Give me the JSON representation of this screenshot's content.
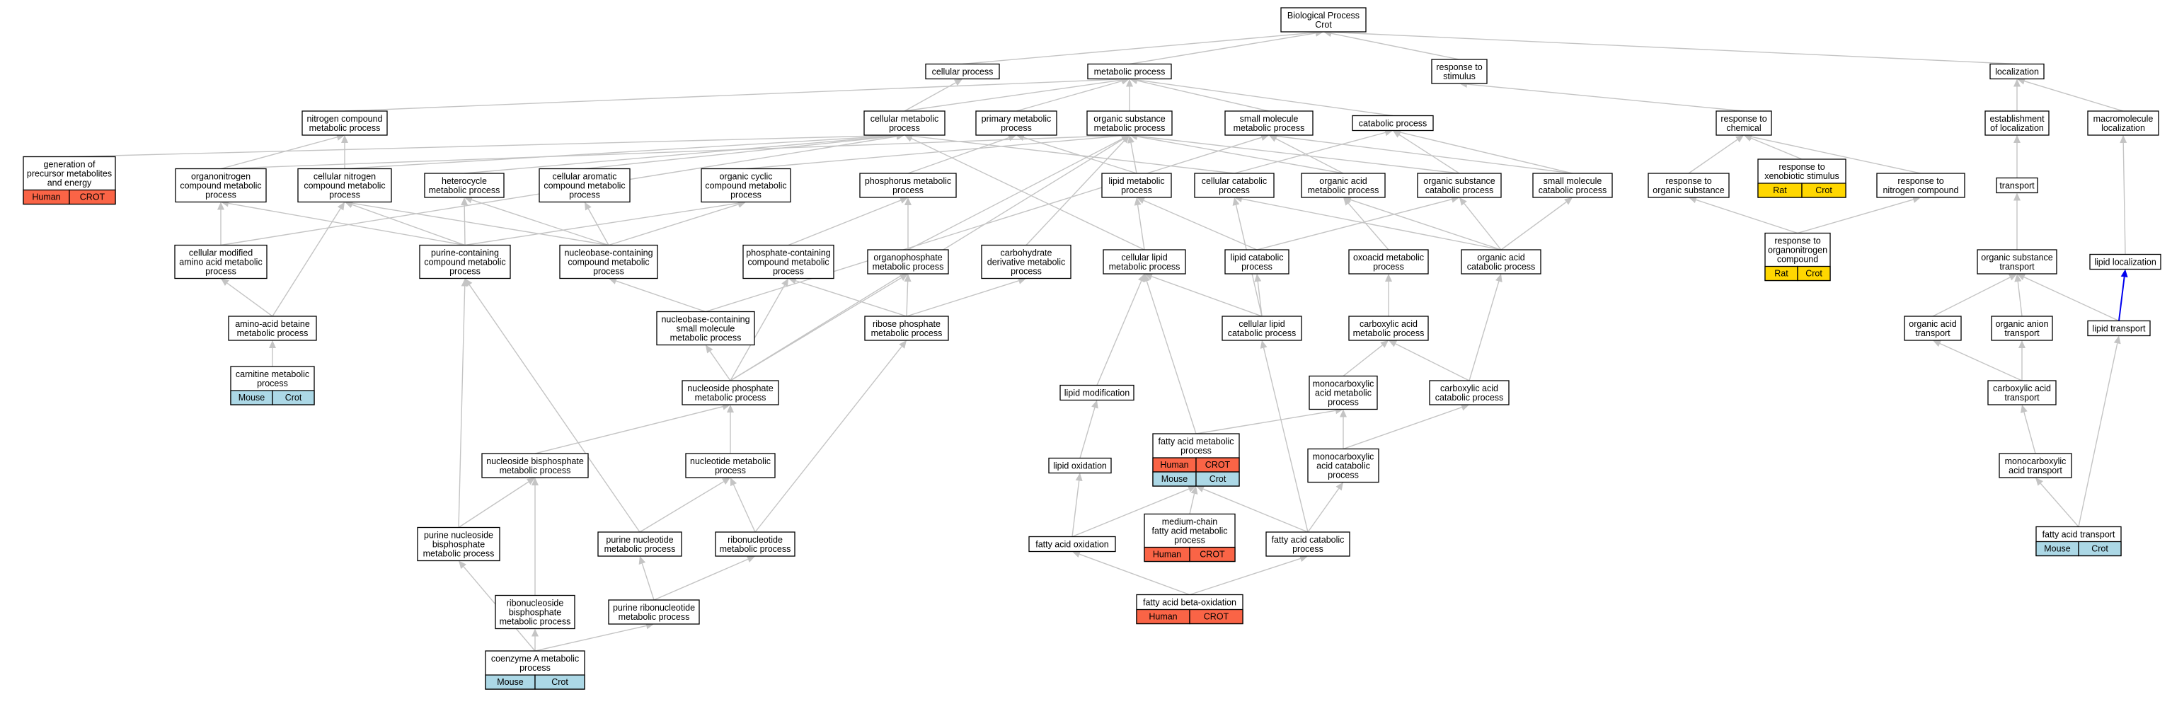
{
  "nodes": [
    {
      "id": "bp",
      "lines": [
        "Biological Process",
        "Crot"
      ]
    },
    {
      "id": "cellular_process",
      "lines": [
        "cellular process"
      ]
    },
    {
      "id": "metabolic_process",
      "lines": [
        "metabolic process"
      ]
    },
    {
      "id": "response_to_stimulus",
      "lines": [
        "response to",
        "stimulus"
      ]
    },
    {
      "id": "localization",
      "lines": [
        "localization"
      ]
    },
    {
      "id": "nitrogen_compound_mp",
      "lines": [
        "nitrogen compound",
        "metabolic process"
      ]
    },
    {
      "id": "cellular_mp",
      "lines": [
        "cellular metabolic",
        "process"
      ]
    },
    {
      "id": "primary_mp",
      "lines": [
        "primary metabolic",
        "process"
      ]
    },
    {
      "id": "organic_substance_mp",
      "lines": [
        "organic substance",
        "metabolic process"
      ]
    },
    {
      "id": "small_molecule_mp",
      "lines": [
        "small molecule",
        "metabolic process"
      ]
    },
    {
      "id": "catabolic_process",
      "lines": [
        "catabolic process"
      ]
    },
    {
      "id": "response_to_chemical",
      "lines": [
        "response to",
        "chemical"
      ]
    },
    {
      "id": "establishment_of_localization",
      "lines": [
        "establishment",
        "of localization"
      ]
    },
    {
      "id": "macromolecule_localization",
      "lines": [
        "macromolecule",
        "localization"
      ]
    },
    {
      "id": "generation_precursor",
      "lines": [
        "generation of",
        "precursor metabolites",
        "and energy"
      ],
      "tags": [
        {
          "label": "Human",
          "kind": "human"
        },
        {
          "label": "CROT",
          "kind": "human"
        }
      ]
    },
    {
      "id": "organonitrogen_cmp",
      "lines": [
        "organonitrogen",
        "compound metabolic",
        "process"
      ]
    },
    {
      "id": "cellular_nitrogen_cmp",
      "lines": [
        "cellular nitrogen",
        "compound metabolic",
        "process"
      ]
    },
    {
      "id": "heterocycle_mp",
      "lines": [
        "heterocycle",
        "metabolic process"
      ]
    },
    {
      "id": "cellular_aromatic_cmp",
      "lines": [
        "cellular aromatic",
        "compound metabolic",
        "process"
      ]
    },
    {
      "id": "organic_cyclic_cmp",
      "lines": [
        "organic cyclic",
        "compound metabolic",
        "process"
      ]
    },
    {
      "id": "phosphorus_mp",
      "lines": [
        "phosphorus metabolic",
        "process"
      ]
    },
    {
      "id": "lipid_mp",
      "lines": [
        "lipid metabolic",
        "process"
      ]
    },
    {
      "id": "cellular_catabolic",
      "lines": [
        "cellular catabolic",
        "process"
      ]
    },
    {
      "id": "organic_acid_mp",
      "lines": [
        "organic acid",
        "metabolic process"
      ]
    },
    {
      "id": "organic_substance_catabolic",
      "lines": [
        "organic substance",
        "catabolic process"
      ]
    },
    {
      "id": "small_molecule_catabolic",
      "lines": [
        "small molecule",
        "catabolic process"
      ]
    },
    {
      "id": "response_organic_substance",
      "lines": [
        "response to",
        "organic substance"
      ]
    },
    {
      "id": "response_xenobiotic",
      "lines": [
        "response to",
        "xenobiotic stimulus"
      ],
      "tags": [
        {
          "label": "Rat",
          "kind": "rat"
        },
        {
          "label": "Crot",
          "kind": "rat"
        }
      ]
    },
    {
      "id": "response_nitrogen_compound",
      "lines": [
        "response to",
        "nitrogen compound"
      ]
    },
    {
      "id": "transport",
      "lines": [
        "transport"
      ]
    },
    {
      "id": "macromolecule_loc_placeholder",
      "lines": []
    },
    {
      "id": "cellular_modified_aa",
      "lines": [
        "cellular modified",
        "amino acid metabolic",
        "process"
      ]
    },
    {
      "id": "purine_containing_cmp",
      "lines": [
        "purine-containing",
        "compound metabolic",
        "process"
      ]
    },
    {
      "id": "nucleobase_containing_cmp",
      "lines": [
        "nucleobase-containing",
        "compound metabolic",
        "process"
      ]
    },
    {
      "id": "phosphate_containing_cmp",
      "lines": [
        "phosphate-containing",
        "compound metabolic",
        "process"
      ]
    },
    {
      "id": "organophosphate_mp",
      "lines": [
        "organophosphate",
        "metabolic process"
      ]
    },
    {
      "id": "carbohydrate_derivative_mp",
      "lines": [
        "carbohydrate",
        "derivative metabolic",
        "process"
      ]
    },
    {
      "id": "cellular_lipid_mp",
      "lines": [
        "cellular lipid",
        "metabolic process"
      ]
    },
    {
      "id": "lipid_catabolic",
      "lines": [
        "lipid catabolic",
        "process"
      ]
    },
    {
      "id": "oxoacid_mp",
      "lines": [
        "oxoacid metabolic",
        "process"
      ]
    },
    {
      "id": "organic_acid_catabolic",
      "lines": [
        "organic acid",
        "catabolic process"
      ]
    },
    {
      "id": "response_organonitrogen",
      "lines": [
        "response to",
        "organonitrogen",
        "compound"
      ],
      "tags": [
        {
          "label": "Rat",
          "kind": "rat"
        },
        {
          "label": "Crot",
          "kind": "rat"
        }
      ]
    },
    {
      "id": "organic_substance_transport",
      "lines": [
        "organic substance",
        "transport"
      ]
    },
    {
      "id": "lipid_localization",
      "lines": [
        "lipid localization"
      ]
    },
    {
      "id": "amino_acid_betaine",
      "lines": [
        "amino-acid betaine",
        "metabolic process"
      ]
    },
    {
      "id": "nucleobase_small_molecule",
      "lines": [
        "nucleobase-containing",
        "small molecule",
        "metabolic process"
      ]
    },
    {
      "id": "ribose_phosphate_mp",
      "lines": [
        "ribose phosphate",
        "metabolic process"
      ]
    },
    {
      "id": "cellular_lipid_catabolic",
      "lines": [
        "cellular lipid",
        "catabolic process"
      ]
    },
    {
      "id": "carboxylic_acid_mp",
      "lines": [
        "carboxylic acid",
        "metabolic process"
      ]
    },
    {
      "id": "organic_acid_transport",
      "lines": [
        "organic acid",
        "transport"
      ]
    },
    {
      "id": "organic_anion_transport",
      "lines": [
        "organic anion",
        "transport"
      ]
    },
    {
      "id": "lipid_transport",
      "lines": [
        "lipid transport"
      ]
    },
    {
      "id": "carnitine_mp",
      "lines": [
        "carnitine metabolic",
        "process"
      ],
      "tags": [
        {
          "label": "Mouse",
          "kind": "mouse"
        },
        {
          "label": "Crot",
          "kind": "mouse"
        }
      ]
    },
    {
      "id": "nucleoside_phosphate_mp",
      "lines": [
        "nucleoside phosphate",
        "metabolic process"
      ]
    },
    {
      "id": "lipid_modification",
      "lines": [
        "lipid modification"
      ]
    },
    {
      "id": "monocarboxylic_acid_mp",
      "lines": [
        "monocarboxylic",
        "acid metabolic",
        "process"
      ]
    },
    {
      "id": "carboxylic_acid_catabolic",
      "lines": [
        "carboxylic acid",
        "catabolic process"
      ]
    },
    {
      "id": "carboxylic_acid_transport",
      "lines": [
        "carboxylic acid",
        "transport"
      ]
    },
    {
      "id": "nucleoside_bisphosphate_mp",
      "lines": [
        "nucleoside bisphosphate",
        "metabolic process"
      ]
    },
    {
      "id": "nucleotide_mp",
      "lines": [
        "nucleotide metabolic",
        "process"
      ]
    },
    {
      "id": "lipid_oxidation",
      "lines": [
        "lipid oxidation"
      ]
    },
    {
      "id": "fatty_acid_mp",
      "lines": [
        "fatty acid metabolic",
        "process"
      ],
      "tags": [
        {
          "label": "Human",
          "kind": "human"
        },
        {
          "label": "CROT",
          "kind": "human"
        },
        {
          "label": "Mouse",
          "kind": "mouse"
        },
        {
          "label": "Crot",
          "kind": "mouse"
        }
      ]
    },
    {
      "id": "monocarboxylic_acid_catabolic",
      "lines": [
        "monocarboxylic",
        "acid catabolic",
        "process"
      ]
    },
    {
      "id": "monocarboxylic_acid_transport",
      "lines": [
        "monocarboxylic",
        "acid transport"
      ]
    },
    {
      "id": "purine_nucleoside_bisphosphate",
      "lines": [
        "purine nucleoside",
        "bisphosphate",
        "metabolic process"
      ]
    },
    {
      "id": "purine_nucleotide_mp",
      "lines": [
        "purine nucleotide",
        "metabolic process"
      ]
    },
    {
      "id": "ribonucleotide_mp",
      "lines": [
        "ribonucleotide",
        "metabolic process"
      ]
    },
    {
      "id": "medium_chain_fa",
      "lines": [
        "medium-chain",
        "fatty acid metabolic",
        "process"
      ],
      "tags": [
        {
          "label": "Human",
          "kind": "human"
        },
        {
          "label": "CROT",
          "kind": "human"
        }
      ]
    },
    {
      "id": "fatty_acid_oxidation",
      "lines": [
        "fatty acid oxidation"
      ]
    },
    {
      "id": "fatty_acid_catabolic",
      "lines": [
        "fatty acid catabolic",
        "process"
      ]
    },
    {
      "id": "fatty_acid_transport",
      "lines": [
        "fatty acid transport"
      ],
      "tags": [
        {
          "label": "Mouse",
          "kind": "mouse"
        },
        {
          "label": "Crot",
          "kind": "mouse"
        }
      ]
    },
    {
      "id": "ribonucleoside_bisphosphate",
      "lines": [
        "ribonucleoside",
        "bisphosphate",
        "metabolic process"
      ]
    },
    {
      "id": "purine_ribonucleotide",
      "lines": [
        "purine ribonucleotide",
        "metabolic process"
      ]
    },
    {
      "id": "fatty_acid_beta_oxidation",
      "lines": [
        "fatty acid beta-oxidation"
      ],
      "tags": [
        {
          "label": "Human",
          "kind": "human"
        },
        {
          "label": "CROT",
          "kind": "human"
        }
      ]
    },
    {
      "id": "coenzyme_a_mp",
      "lines": [
        "coenzyme A metabolic",
        "process"
      ],
      "tags": [
        {
          "label": "Mouse",
          "kind": "mouse"
        },
        {
          "label": "Crot",
          "kind": "mouse"
        }
      ]
    }
  ],
  "colors": {
    "human": "#fa6446",
    "mouse": "#acd8e6",
    "rat": "#ffd700",
    "edge": "#c4c4c4",
    "edge_highlight": "#0000ee"
  }
}
